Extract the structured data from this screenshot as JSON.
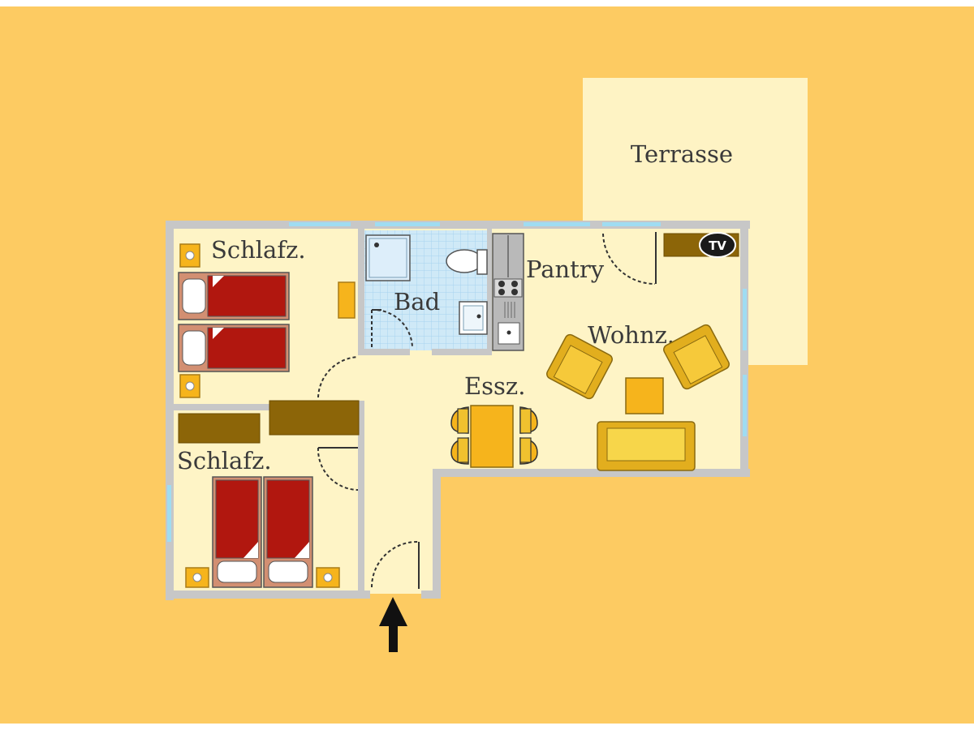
{
  "rooms": {
    "terrace": "Terrasse",
    "bedroom_top": "Schlafz.",
    "bedroom_bottom": "Schlafz.",
    "bathroom": "Bad",
    "pantry": "Pantry",
    "living": "Wohnz.",
    "dining": "Essz."
  },
  "tv_label": "TV",
  "icons": {
    "entrance": "entrance-arrow-icon",
    "tv": "tv-icon"
  },
  "colors": {
    "background": "#fdcb62",
    "terrace": "#fef3c4",
    "floor": "#fef4c6",
    "wall": "#c7c7c7",
    "window": "#9fdcf2",
    "bath_tile": "#cfe9f7",
    "bed": "#b1170f",
    "bed_frame": "#d28f72",
    "cabinet": "#8c6508",
    "chair": "#f0c12f",
    "table": "#f6b41c"
  }
}
